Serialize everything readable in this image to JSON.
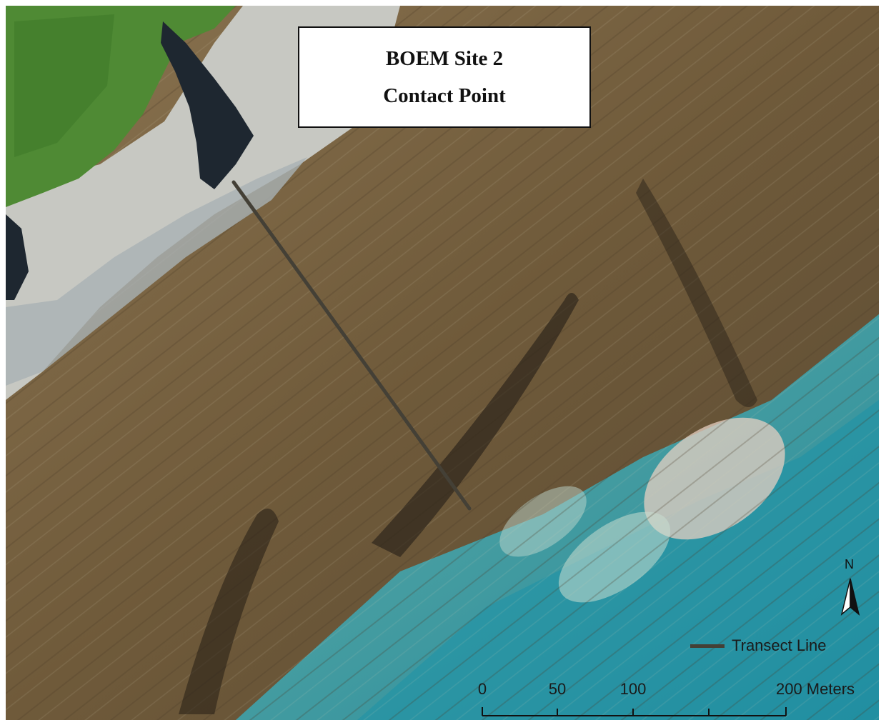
{
  "title": {
    "line1": "BOEM Site 2",
    "line2": "Contact Point"
  },
  "north_arrow": {
    "label": "N",
    "icon": "north-arrow-icon"
  },
  "legend": {
    "items": [
      {
        "label": "Transect Line",
        "color": "#444036"
      }
    ]
  },
  "scale_bar": {
    "ticks": [
      "0",
      "50",
      "100",
      "200 Meters"
    ]
  },
  "colors": {
    "water": "#2e9aa6",
    "vegetation": "#4f8a34",
    "rock_light": "#c9c9c2",
    "reef_brown": "#7b6440",
    "transect": "#444036"
  }
}
